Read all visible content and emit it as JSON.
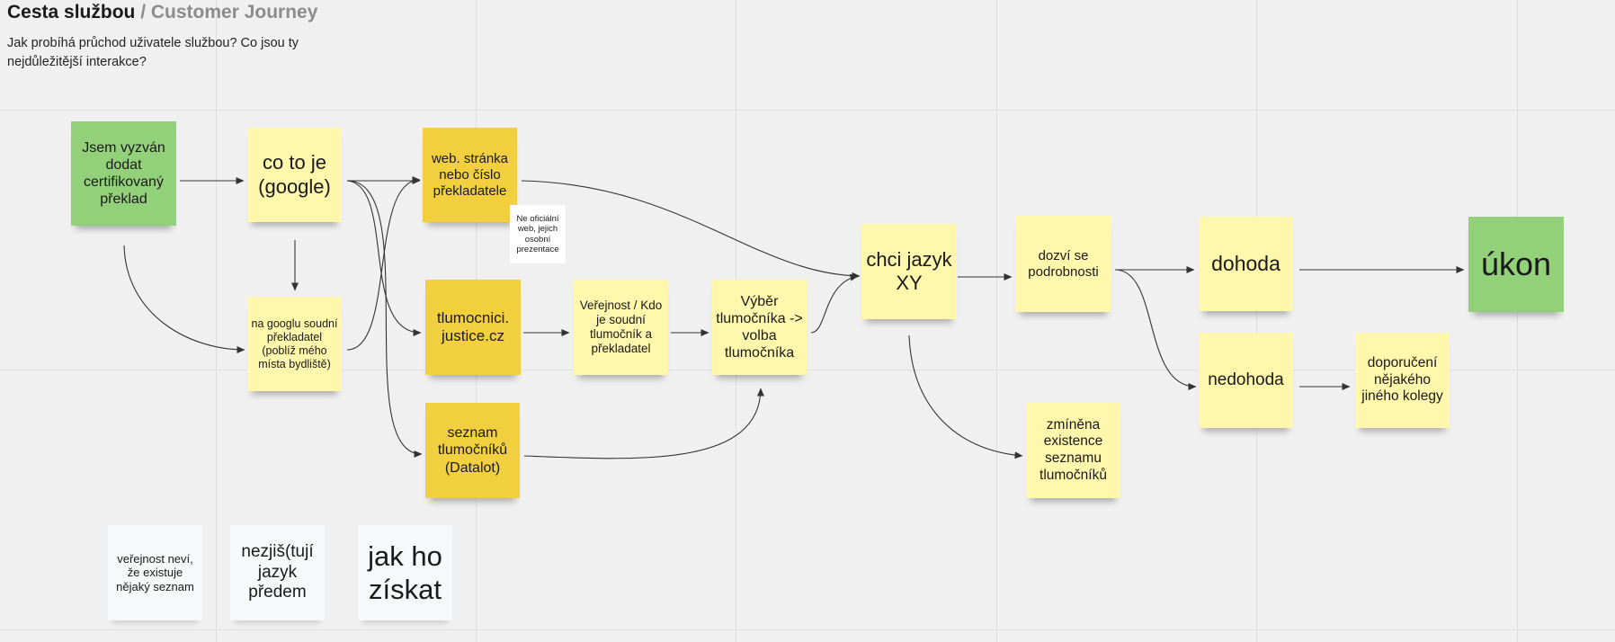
{
  "board": {
    "title": "Cesta službou",
    "title_suffix": "/ Customer Journey",
    "subtitle": "Jak probíhá průchod uživatele službou? Co jsou ty nejdůležitější interakce?"
  },
  "notes": {
    "vyzvan": "Jsem vyzván dodat certifikovaný překlad",
    "google": "co to je (google)",
    "web": "web. stránka nebo číslo překladatele",
    "web_comment": "Ne oficiální web, jejich osobní prezentace",
    "googlu": "na googlu soudní překladatel (poblíž mého místa bydliště)",
    "justice": "tlumocnici. justice.cz",
    "verejnost": "Veřejnost / Kdo je soudní tlumočník a překladatel",
    "vyber": "Výběr tlumočníka -> volba tlumočníka",
    "seznam": "seznam tlumočníků (Datalot)",
    "chci": "chci jazyk XY",
    "dozvi": "dozví se podrobnosti",
    "dohoda": "dohoda",
    "ukon": "úkon",
    "nedohoda": "nedohoda",
    "doporuceni": "doporučení nějakého jiného kolegy",
    "zminena": "zmíněna existence seznamu tlumočníků",
    "verejnost_nevi": "veřejnost neví, že existuje nějaký seznam",
    "nezjistuji": "nezjiš(tují jazyk předem",
    "jak_ho": "jak ho získat"
  },
  "colors": {
    "background": "#f0f0f0",
    "green": "#92d07a",
    "light_yellow": "#fff7ab",
    "dark_yellow": "#f2cf3e",
    "white_note": "#f7f8f9",
    "connector": "#333333"
  }
}
